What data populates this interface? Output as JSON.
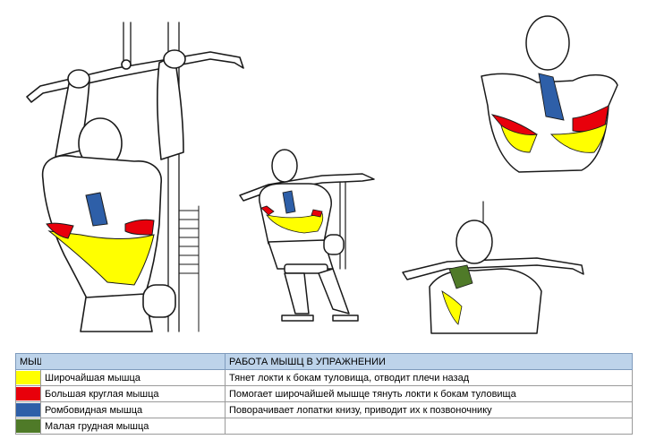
{
  "legend": {
    "headers": {
      "muscle": "МЫШЦА",
      "work": "РАБОТА МЫШЦ  В УПРАЖНЕНИИ"
    },
    "rows": [
      {
        "color": "#ffff00",
        "muscle": "Широчайшая мышца",
        "work": "Тянет локти к бокам туловища, отводит плечи назад"
      },
      {
        "color": "#e8000b",
        "muscle": "Большая круглая мышца",
        "work": "Помогает широчайшей мышце тянуть локти к бокам туловища"
      },
      {
        "color": "#2e5fa8",
        "muscle": "Ромбовидная мышца",
        "work": "Поворачивает лопатки книзу, приводит их к позвоночнику"
      },
      {
        "color": "#4f7a28",
        "muscle": "Малая грудная мышца",
        "work": ""
      }
    ]
  },
  "illustration": {
    "icons": [
      "lat-pulldown-back-view",
      "lat-pulldown-seated-side",
      "shoulder-blades-detail",
      "lat-pulldown-front-view"
    ],
    "colors": {
      "latissimus": "#ffff00",
      "teres_major": "#e8000b",
      "rhomboid": "#2e5fa8",
      "pectoralis_minor": "#4f7a28",
      "outline": "#1a1a1a",
      "skin": "#ffffff"
    }
  }
}
